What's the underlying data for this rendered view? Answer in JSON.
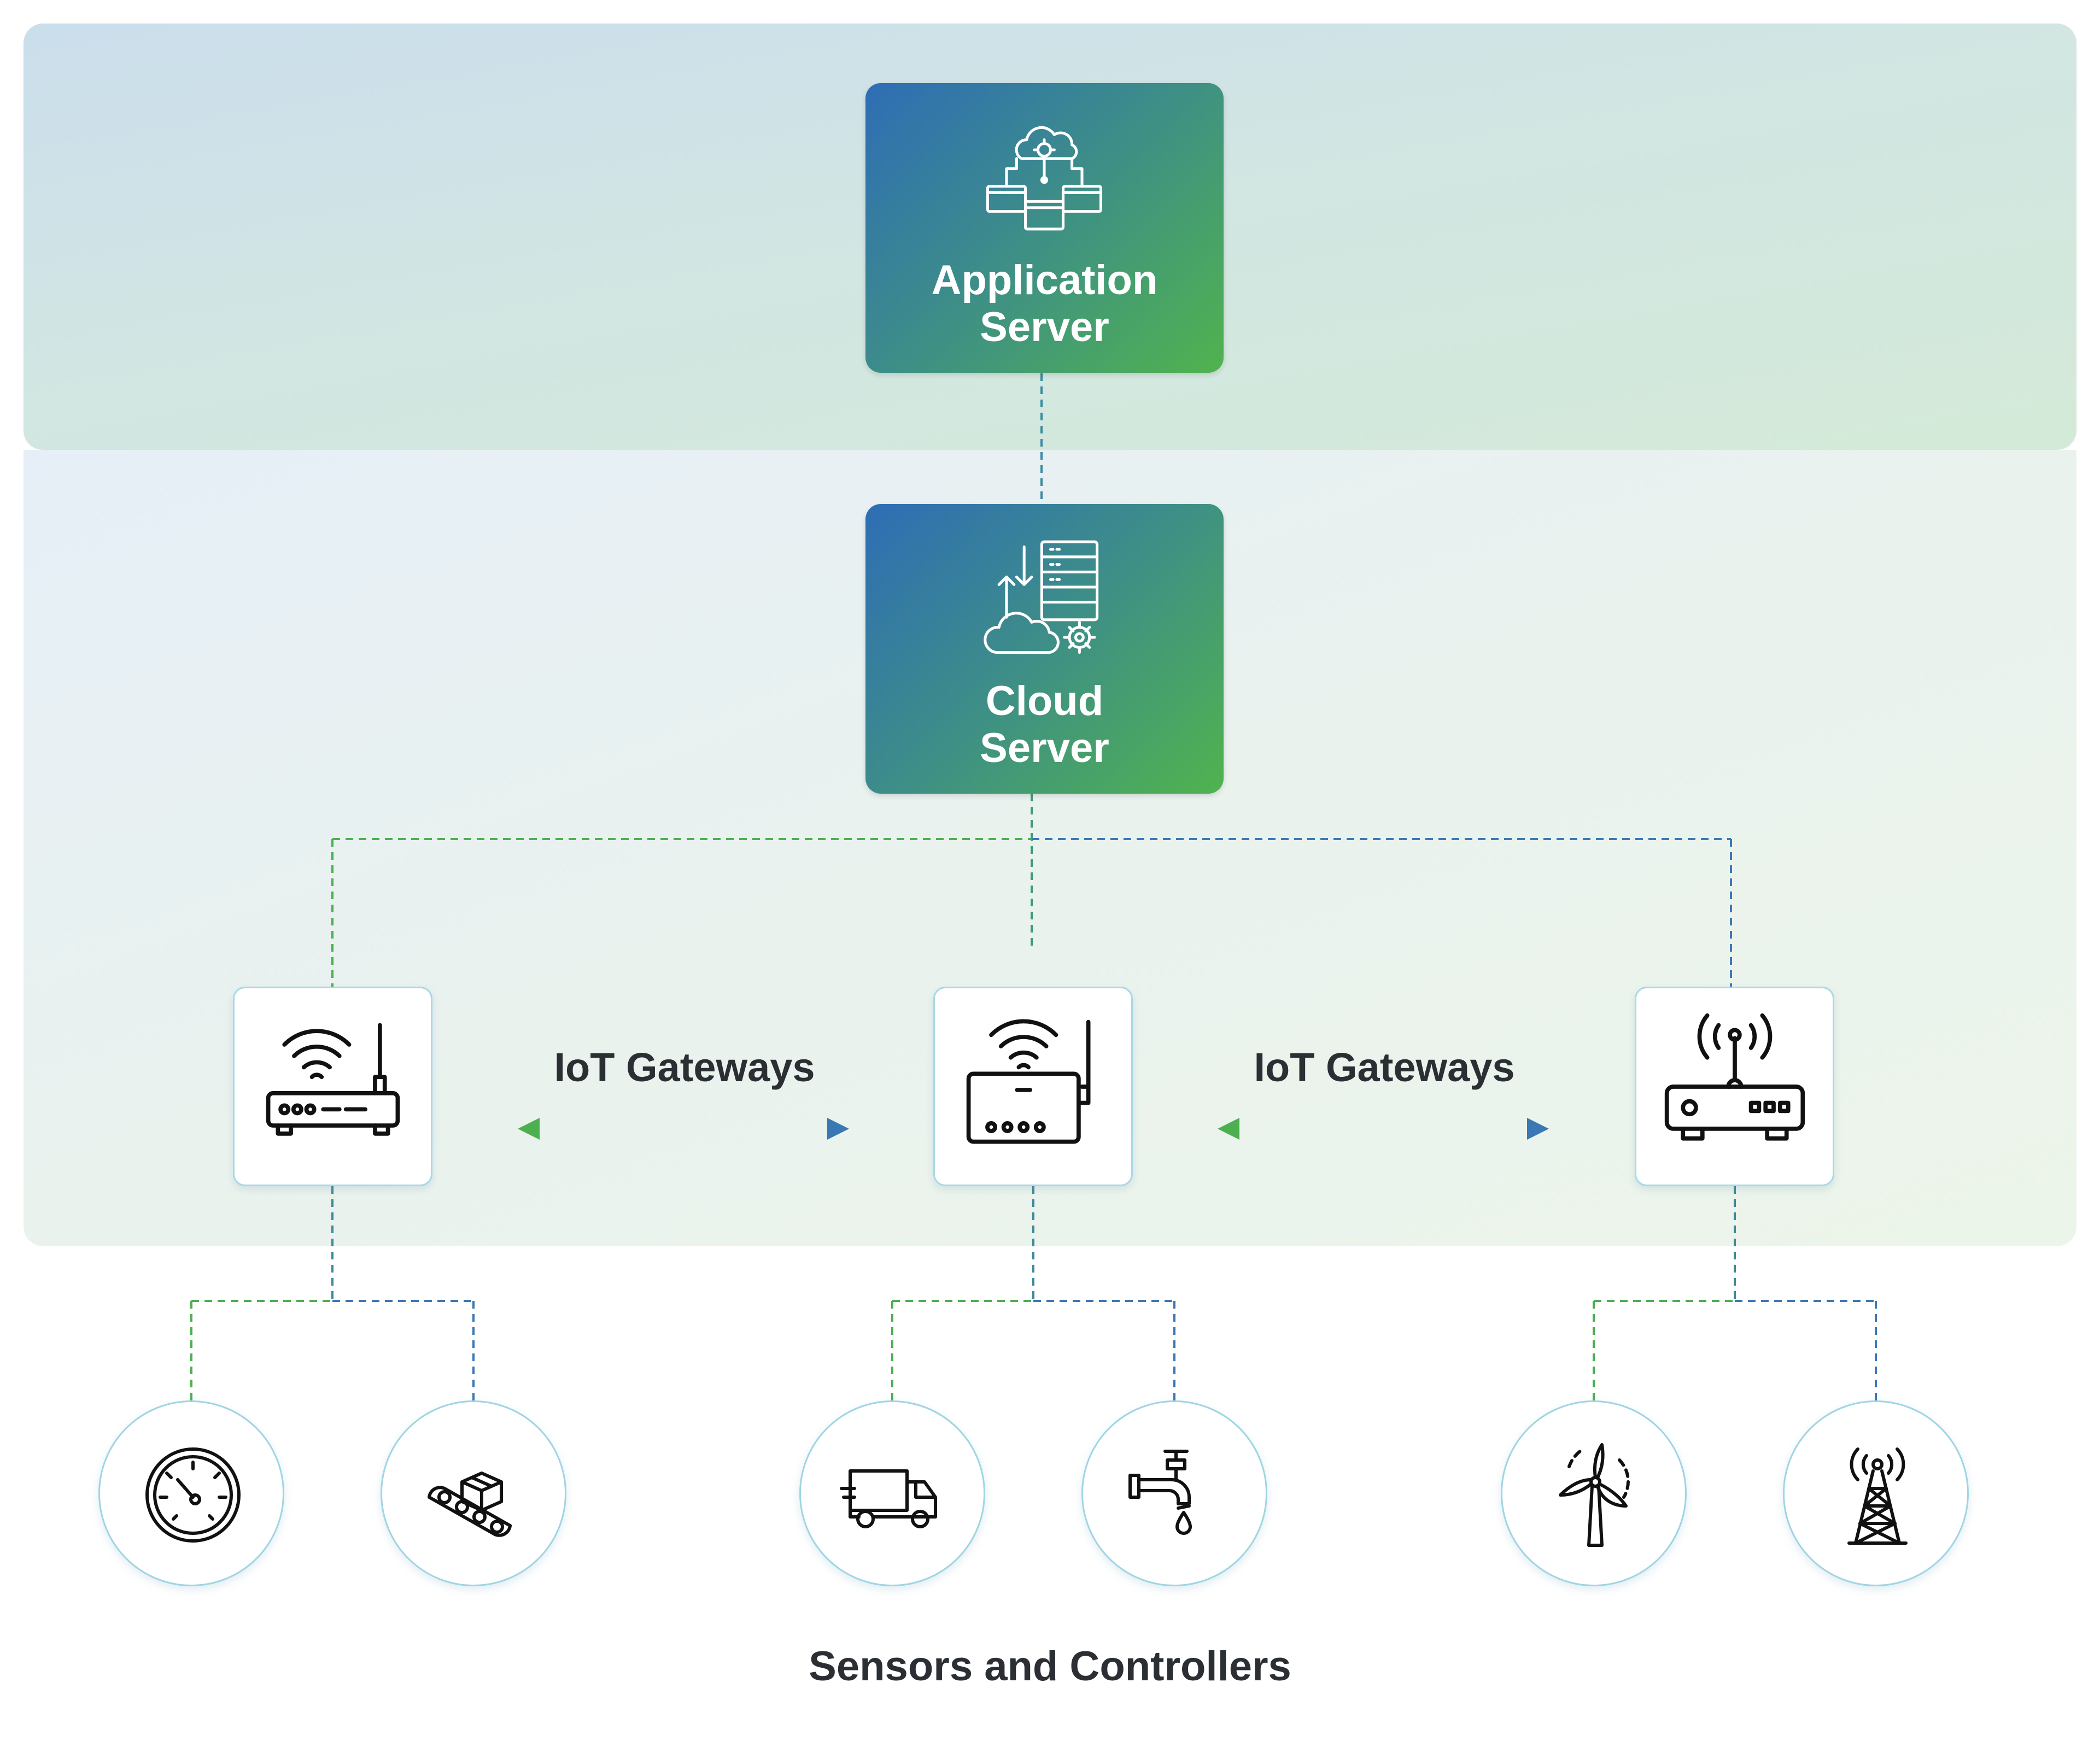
{
  "servers": {
    "application": {
      "label": "Application\nServer",
      "icon": "cloud-network-icon"
    },
    "cloud": {
      "label": "Cloud\nServer",
      "icon": "server-rack-cloud-icon"
    }
  },
  "gateways": {
    "link_label_left": "IoT Gateways",
    "link_label_right": "IoT Gateways",
    "items": [
      {
        "icon": "wifi-router-icon"
      },
      {
        "icon": "wifi-modem-icon"
      },
      {
        "icon": "radio-router-icon"
      }
    ]
  },
  "sensors": {
    "label": "Sensors and Controllers",
    "items": [
      {
        "icon": "gauge-icon"
      },
      {
        "icon": "conveyor-icon"
      },
      {
        "icon": "truck-icon"
      },
      {
        "icon": "faucet-icon"
      },
      {
        "icon": "wind-turbine-icon"
      },
      {
        "icon": "cell-tower-icon"
      }
    ]
  },
  "colors": {
    "line_green": "#4caf50",
    "line_blue": "#3a78b5",
    "gradient_start": "#2e6db6",
    "gradient_end": "#50b34e"
  }
}
